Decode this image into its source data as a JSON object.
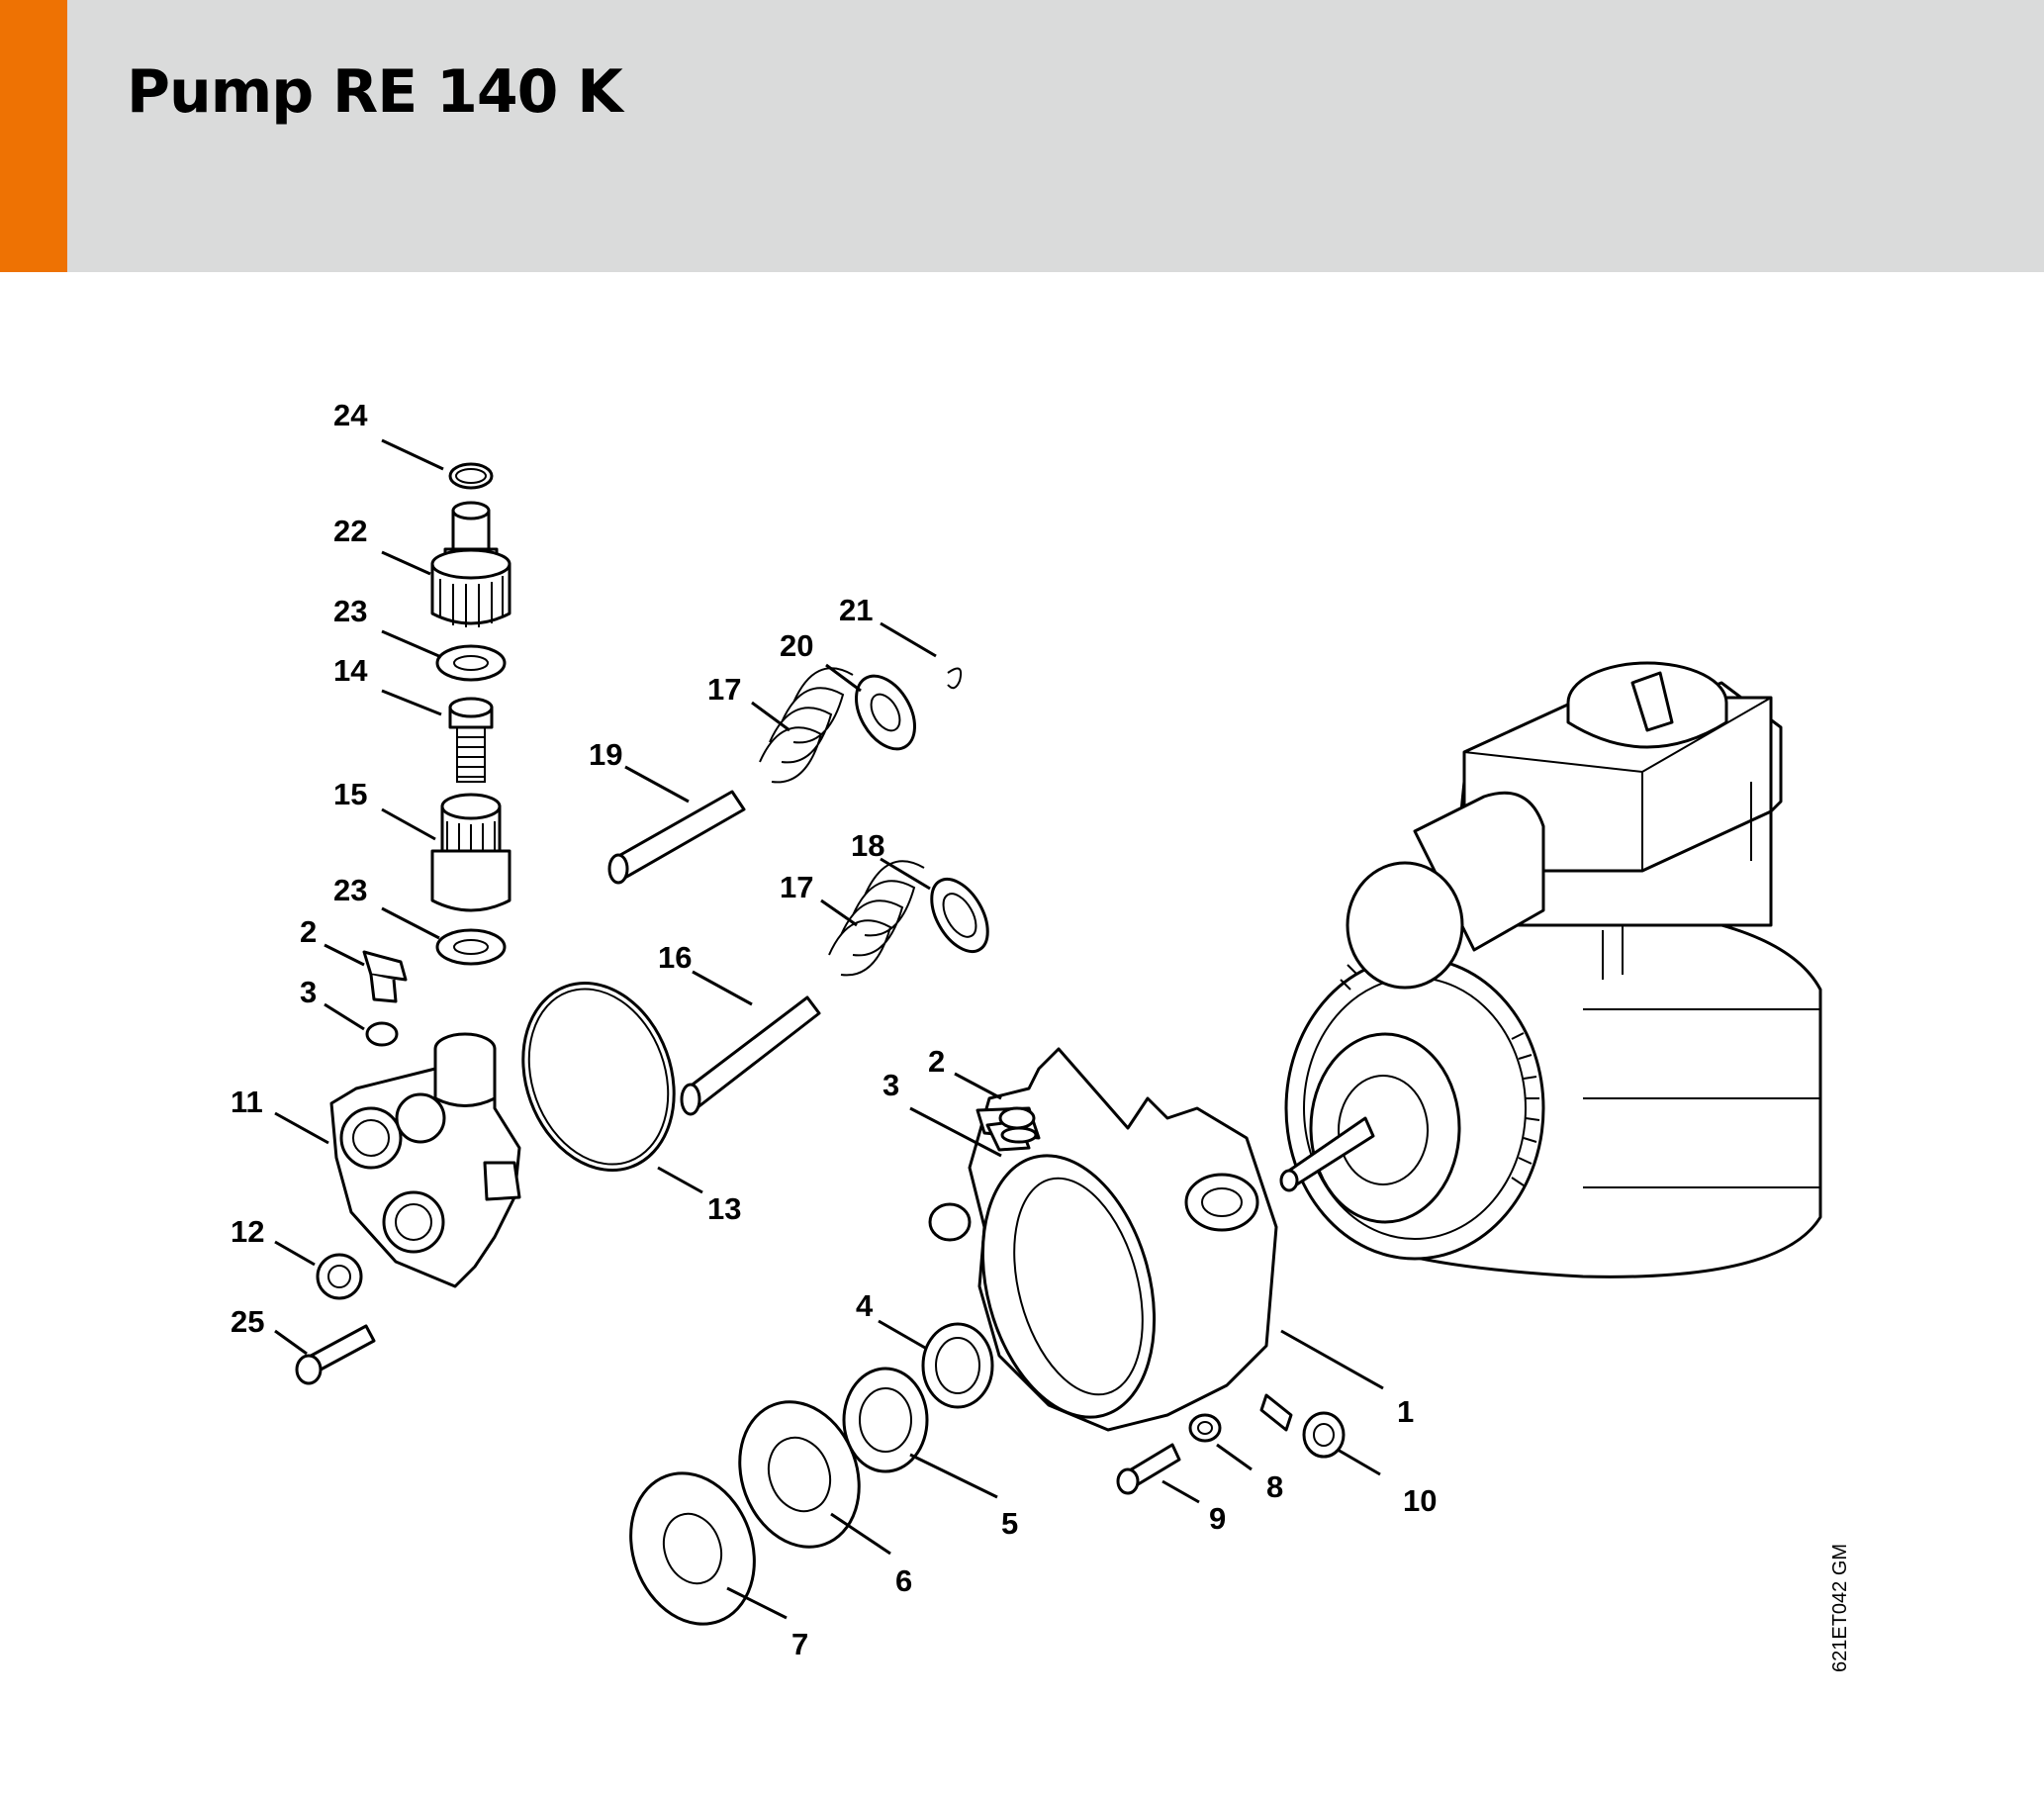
{
  "header": {
    "title": "Pump RE 140 K",
    "accent_color": "#ee7203",
    "background_color": "#dadbdb"
  },
  "diagram": {
    "callouts": [
      {
        "id": "24",
        "label": "24"
      },
      {
        "id": "22",
        "label": "22"
      },
      {
        "id": "23a",
        "label": "23"
      },
      {
        "id": "14",
        "label": "14"
      },
      {
        "id": "15",
        "label": "15"
      },
      {
        "id": "23b",
        "label": "23"
      },
      {
        "id": "2a",
        "label": "2"
      },
      {
        "id": "3a",
        "label": "3"
      },
      {
        "id": "11",
        "label": "11"
      },
      {
        "id": "12",
        "label": "12"
      },
      {
        "id": "25",
        "label": "25"
      },
      {
        "id": "21",
        "label": "21"
      },
      {
        "id": "20",
        "label": "20"
      },
      {
        "id": "17a",
        "label": "17"
      },
      {
        "id": "19",
        "label": "19"
      },
      {
        "id": "18",
        "label": "18"
      },
      {
        "id": "17b",
        "label": "17"
      },
      {
        "id": "16",
        "label": "16"
      },
      {
        "id": "13",
        "label": "13"
      },
      {
        "id": "2b",
        "label": "2"
      },
      {
        "id": "3b",
        "label": "3"
      },
      {
        "id": "4",
        "label": "4"
      },
      {
        "id": "1",
        "label": "1"
      },
      {
        "id": "5",
        "label": "5"
      },
      {
        "id": "6",
        "label": "6"
      },
      {
        "id": "7",
        "label": "7"
      },
      {
        "id": "8",
        "label": "8"
      },
      {
        "id": "9",
        "label": "9"
      },
      {
        "id": "10",
        "label": "10"
      }
    ],
    "drawing_code": "621ET042 GM"
  }
}
